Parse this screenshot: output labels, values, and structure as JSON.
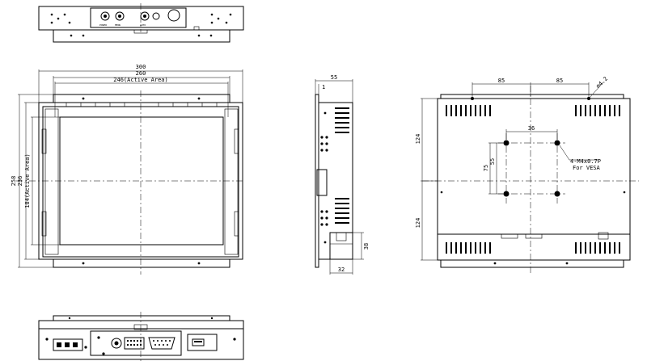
{
  "dims": {
    "width_300": "300",
    "width_260": "260",
    "active_width": "246(Active Area)",
    "height_258": "258",
    "height_236": "236",
    "active_height": "184(Active Area)",
    "depth_55": "55",
    "side_1": "1",
    "side_38": "38",
    "side_32": "32",
    "vesa_85_left": "85",
    "vesa_85_right": "85",
    "hole_dia": "4.2",
    "hole_36": "36",
    "hole_55": "55",
    "hole_75": "75",
    "rear_124_top": "124",
    "rear_124_bottom": "124",
    "vesa_note_1": "4-M4x0.7P",
    "vesa_note_2": "For VESA"
  },
  "top_view_labels": [
    "POWER",
    "MENU",
    "AUTO"
  ]
}
